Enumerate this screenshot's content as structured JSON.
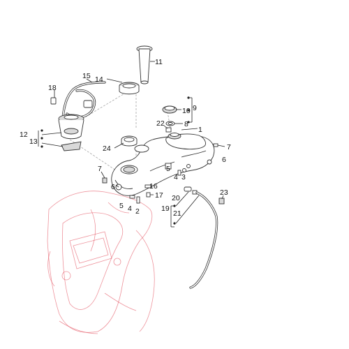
{
  "callouts": {
    "n1": "1",
    "n2": "2",
    "n3": "3",
    "n4": "4",
    "n4b": "4",
    "n5": "5",
    "n5b": "5",
    "n6": "6",
    "n6b": "6",
    "n7": "7",
    "n7b": "7",
    "n8": "8",
    "n9": "9",
    "n10": "10",
    "n11": "11",
    "n12": "12",
    "n13": "13",
    "n14": "14",
    "n15": "15",
    "n16": "16",
    "n17": "17",
    "n18": "18",
    "n19": "19",
    "n20": "20",
    "n21": "21",
    "n22": "22",
    "n23": "23",
    "n24": "24"
  },
  "colors": {
    "frame_ghost": "#e03a4a",
    "line": "#333333",
    "fill_grey": "#d9d9d9"
  }
}
